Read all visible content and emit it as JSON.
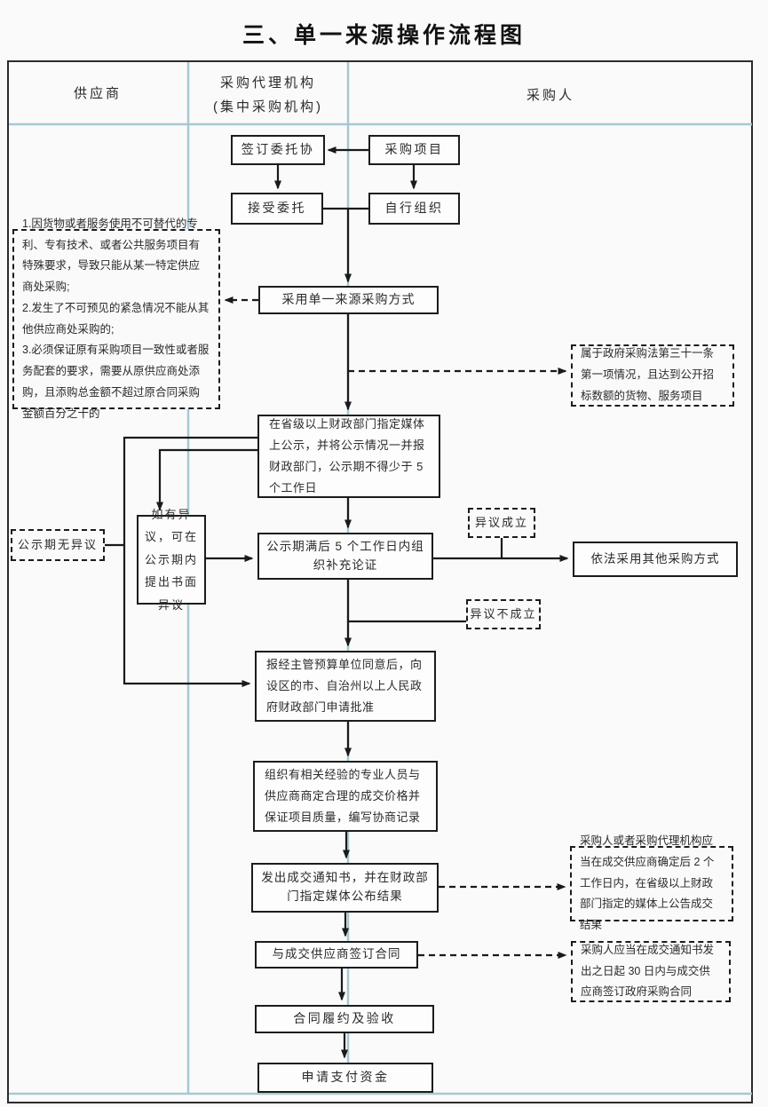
{
  "title": "三、单一来源操作流程图",
  "lanes": {
    "supplier": "供应商",
    "agency_line1": "采购代理机构",
    "agency_line2": "(集中采购机构)",
    "purchaser": "采购人"
  },
  "boxes": {
    "sign_agreement": "签订委托协",
    "procurement_project": "采购项目",
    "accept_commission": "接受委托",
    "self_organize": "自行组织",
    "single_source": "采用单一来源采购方式",
    "publicity": "在省级以上财政部门指定媒体上公示，并将公示情况一并报财政部门，公示期不得少于 5 个工作日",
    "objection_window": "如有异议，可在公示期内提出书面异议",
    "supplement_demo": "公示期满后 5 个工作日内组织补充论证",
    "other_method": "依法采用其他采购方式",
    "approval": "报经主管预算单位同意后，向设区的市、自治州以上人民政府财政部门申请批准",
    "negotiate": "组织有相关经验的专业人员与供应商商定合理的成交价格并保证项目质量，编写协商记录",
    "notice": "发出成交通知书，并在财政部门指定媒体公布结果",
    "sign_contract": "与成交供应商签订合同",
    "fulfillment": "合同履约及验收",
    "payment": "申请支付资金"
  },
  "notes": {
    "reasons": "1.因货物或者服务使用不可替代的专利、专有技术、或者公共服务项目有特殊要求，导致只能从某一特定供应商处采购;\n2.发生了不可预见的紧急情况不能从其他供应商处采购的;\n3.必须保证原有采购项目一致性或者服务配套的要求，需要从原供应商处添购，且添购总金额不超过原合同采购金额百分之十的",
    "no_objection": "公示期无异议",
    "objection_valid": "异议成立",
    "objection_invalid": "异议不成立",
    "law31": "属于政府采购法第三十一条第一项情况，且达到公开招标数额的货物、服务项目",
    "announce_result": "采购人或者采购代理机构应当在成交供应商确定后 2 个工作日内，在省级以上财政部门指定的媒体上公告成交结果",
    "sign_30days": "采购人应当在成交通知书发出之日起 30 日内与成交供应商签订政府采购合同"
  },
  "colors": {
    "lane_line": "#a6c8d4",
    "connector": "#1a1a1a"
  }
}
